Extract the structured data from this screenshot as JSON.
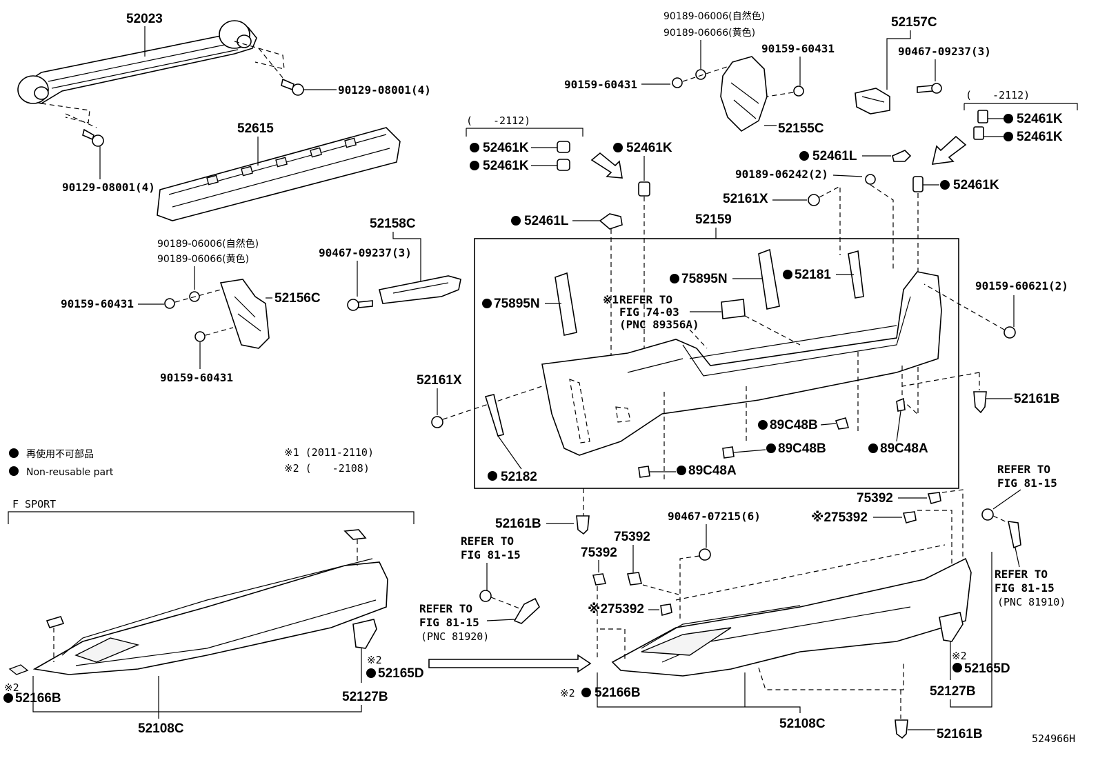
{
  "diagram_id": "524966H",
  "legend": {
    "non_reusable_jp": "再使用不可部品",
    "non_reusable_en": "Non-reusable part",
    "note1": "※1 (2011-2110)",
    "note2": "※2 (　　-2108)"
  },
  "f_sport_title": "F SPORT",
  "range_2112": "(　　-2112)",
  "labels": {
    "p52023": "52023",
    "p90129_a": "90129-08001(4)",
    "p90129_b": "90129-08001(4)",
    "p52615": "52615",
    "p90189_06006_l": "90189-06006(自然色)",
    "p90189_06066_l": "90189-06066(黄色)",
    "p90159_60431_l1": "90159-60431",
    "p52156C": "52156C",
    "p90159_60431_l2": "90159-60431",
    "p52158C": "52158C",
    "p90467_09237_l": "90467-09237(3)",
    "p90189_06006_r": "90189-06006(自然色)",
    "p90189_06066_r": "90189-06066(黄色)",
    "p90159_60431_r1": "90159-60431",
    "p90159_60431_r2": "90159-60431",
    "p52155C": "52155C",
    "p52157C": "52157C",
    "p90467_09237_r": "90467-09237(3)",
    "p52461K_a": "52461K",
    "p52461K_b": "52461K",
    "p52461K_c": "52461K",
    "p52461K_d": "52461K",
    "p52461K_e": "52461K",
    "p52461K_f": "52461K",
    "p52461L_a": "52461L",
    "p52461L_b": "52461L",
    "p90189_06242": "90189-06242(2)",
    "p52161X_a": "52161X",
    "p52161X_b": "52161X",
    "p52159": "52159",
    "p75895N_a": "75895N",
    "p75895N_b": "75895N",
    "p52181": "52181",
    "p90159_60621": "90159-60621(2)",
    "ref1_line1": "REFER TO",
    "ref1_line2": "FIG 74-03",
    "ref1_line3": "(PNC 89356A)",
    "p52161B_a": "52161B",
    "p52161B_b": "52161B",
    "p52161B_c": "52161B",
    "p89C48B_a": "89C48B",
    "p89C48B_b": "89C48B",
    "p89C48A_a": "89C48A",
    "p89C48A_b": "89C48A",
    "p52182": "52182",
    "p75392_a": "75392",
    "p75392_b": "75392",
    "p75392_c": "75392",
    "p75392_d": "75392",
    "p75392_e": "75392",
    "p90467_07215": "90467-07215(6)",
    "refA_line1": "REFER TO",
    "refA_line2": "FIG 81-15",
    "refB_line1": "REFER TO",
    "refB_line2": "FIG 81-15",
    "refB_line3": "(PNC 81920)",
    "refC_line1": "REFER TO",
    "refC_line2": "FIG 81-15",
    "refD_line1": "REFER TO",
    "refD_line2": "FIG 81-15",
    "refD_line3": "(PNC 81910)",
    "p52165D_l": "52165D",
    "p52127B_l": "52127B",
    "p52166B_l": "52166B",
    "p52108C_l": "52108C",
    "p52165D_r": "52165D",
    "p52127B_r": "52127B",
    "p52166B_r": "52166B",
    "p52108C_r": "52108C",
    "mark1": "※1",
    "mark2": "※2"
  }
}
